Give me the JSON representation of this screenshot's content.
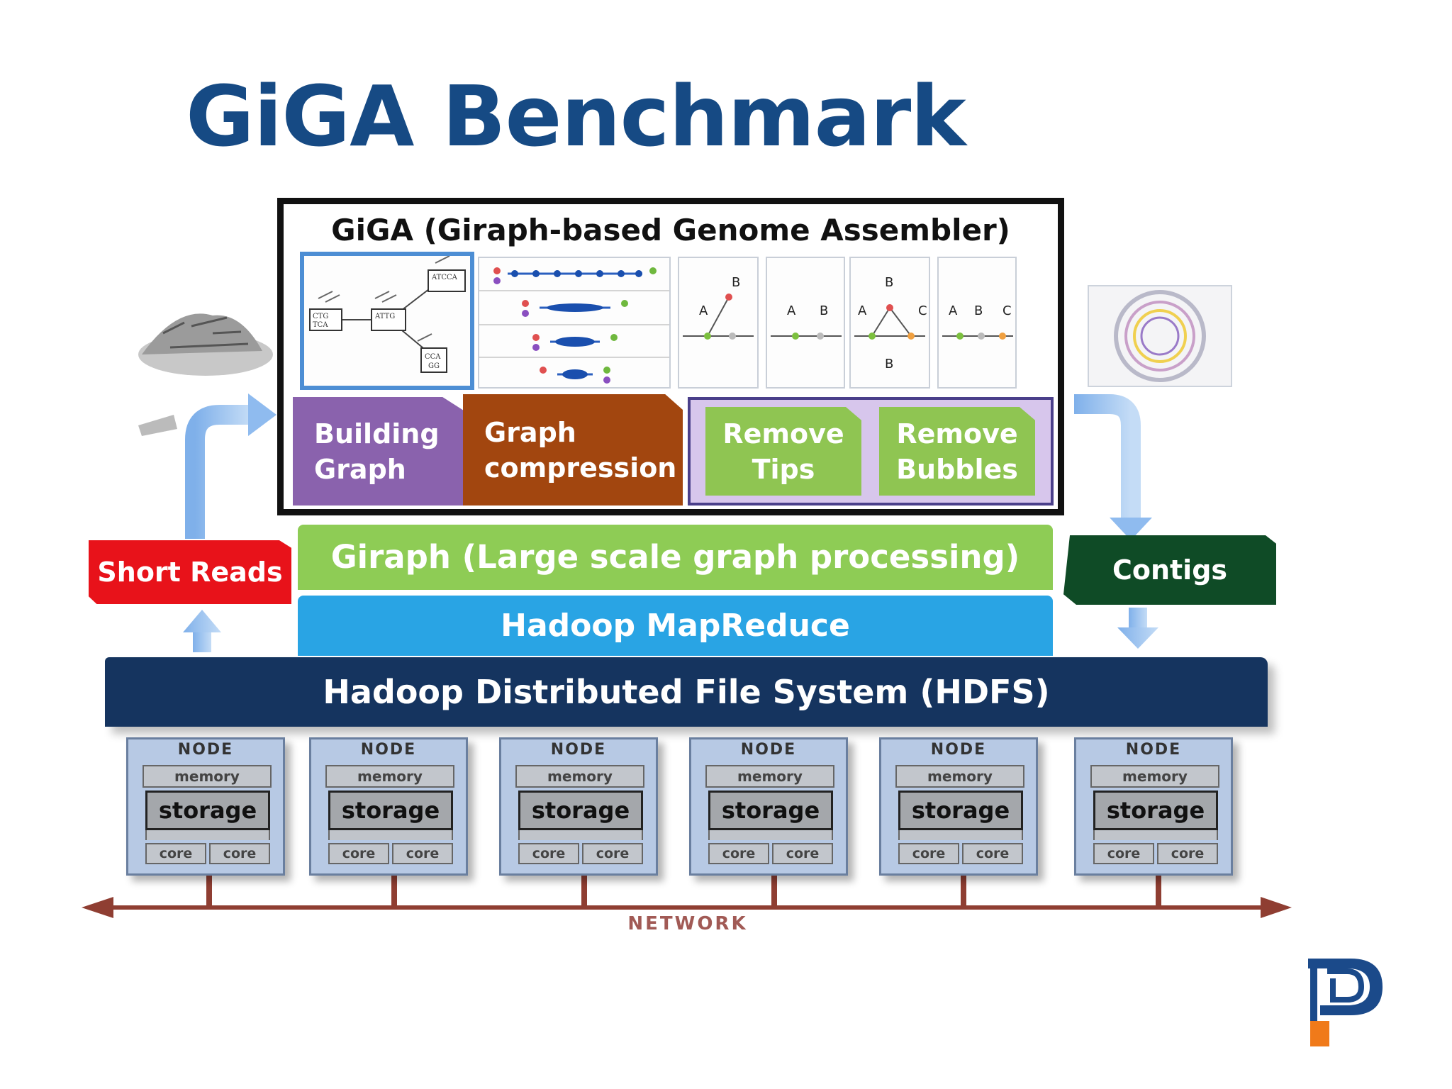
{
  "title": "GiGA Benchmark",
  "giga": {
    "title": "GiGA (Giraph-based Genome Assembler)",
    "stages": {
      "building_graph": [
        "Building",
        "Graph"
      ],
      "graph_compression": [
        "Graph",
        "compression"
      ],
      "remove_tips": [
        "Remove",
        "Tips"
      ],
      "remove_bubbles": [
        "Remove",
        "Bubbles"
      ]
    }
  },
  "layers": {
    "giraph": "Giraph (Large scale graph processing)",
    "mapreduce": "Hadoop MapReduce",
    "hdfs": "Hadoop Distributed File System (HDFS)"
  },
  "inputs": {
    "short_reads": "Short Reads"
  },
  "outputs": {
    "contigs": "Contigs"
  },
  "nodes": [
    {
      "label": "NODE",
      "memory": "memory",
      "storage": "storage",
      "core_a": "core",
      "core_b": "core"
    },
    {
      "label": "NODE",
      "memory": "memory",
      "storage": "storage",
      "core_a": "core",
      "core_b": "core"
    },
    {
      "label": "NODE",
      "memory": "memory",
      "storage": "storage",
      "core_a": "core",
      "core_b": "core"
    },
    {
      "label": "NODE",
      "memory": "memory",
      "storage": "storage",
      "core_a": "core",
      "core_b": "core"
    },
    {
      "label": "NODE",
      "memory": "memory",
      "storage": "storage",
      "core_a": "core",
      "core_b": "core"
    },
    {
      "label": "NODE",
      "memory": "memory",
      "storage": "storage",
      "core_a": "core",
      "core_b": "core"
    }
  ],
  "network": "NETWORK",
  "thumbnails": {
    "tips_before": [
      "A",
      "B"
    ],
    "tips_after": [
      "A",
      "B"
    ],
    "bubbles_before": [
      "B",
      "A",
      "C",
      "B"
    ],
    "bubbles_after": [
      "A",
      "B",
      "C"
    ],
    "kmer_labels": [
      "CTG",
      "TCA",
      "ATTG",
      "ATCCA",
      "CCA",
      "GG"
    ]
  },
  "colors": {
    "title": "#164a84",
    "building_graph": "#8a62ad",
    "graph_compression": "#a2460f",
    "remove": "#8fc552",
    "giraph": "#8ecc55",
    "mapreduce": "#29a4e4",
    "hdfs": "#15345f",
    "short_reads": "#e8121a",
    "contigs": "#0f4b26",
    "arrow": "#a8c8ef",
    "network": "#8f3e32"
  }
}
